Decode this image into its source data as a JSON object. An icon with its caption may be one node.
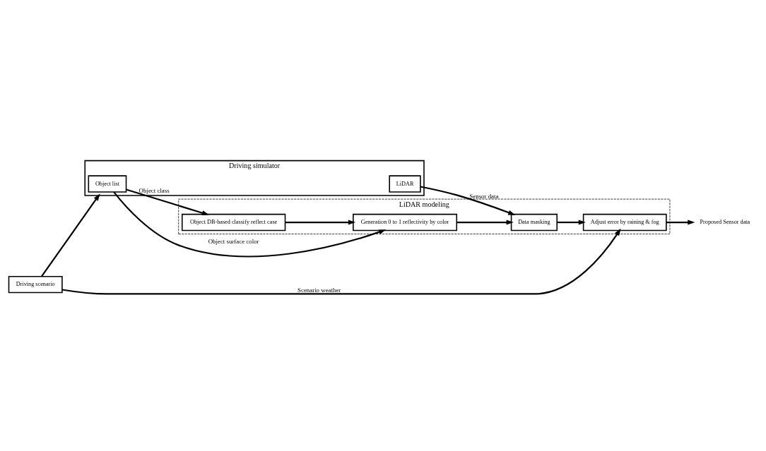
{
  "diagram": {
    "nodes": [
      {
        "text": [
          "Driving scenario"
        ]
      },
      {
        "text": [
          "Driving simulator"
        ]
      },
      {
        "text": [
          "Object list"
        ],
        "in": 1
      },
      {
        "text": [
          "LiDAR"
        ],
        "in": 1
      },
      {
        "text": [
          "LiDAR modeling"
        ]
      },
      {
        "text": [
          "Object DB-based classify reflect case"
        ],
        "in": 4
      },
      {
        "text": [
          "Generation 0 to 1 reflectivity by color"
        ],
        "in": 4
      },
      {
        "text": [
          "Data masking"
        ],
        "in": 4
      },
      {
        "text": [
          "Adjust error by raining & fog"
        ],
        "in": 4
      },
      {
        "text": [
          "Proposed Sensor data"
        ]
      }
    ],
    "edges": [
      {
        "from": 0,
        "to": 1,
        "arrow": "to"
      },
      {
        "from": 2,
        "to": 5,
        "arrow": "to",
        "label": "Object class"
      },
      {
        "from": 2,
        "to": 6,
        "arrow": "to",
        "label": "Object surface color"
      },
      {
        "from": 3,
        "to": 7,
        "arrow": "to",
        "label": "Sensor data"
      },
      {
        "from": 5,
        "to": 6,
        "arrow": "to"
      },
      {
        "from": 6,
        "to": 7,
        "arrow": "to"
      },
      {
        "from": 7,
        "to": 8,
        "arrow": "to"
      },
      {
        "from": 0,
        "to": 8,
        "arrow": "to",
        "label": "Scenario weather"
      },
      {
        "from": 8,
        "to": 9,
        "arrow": "to"
      }
    ]
  }
}
